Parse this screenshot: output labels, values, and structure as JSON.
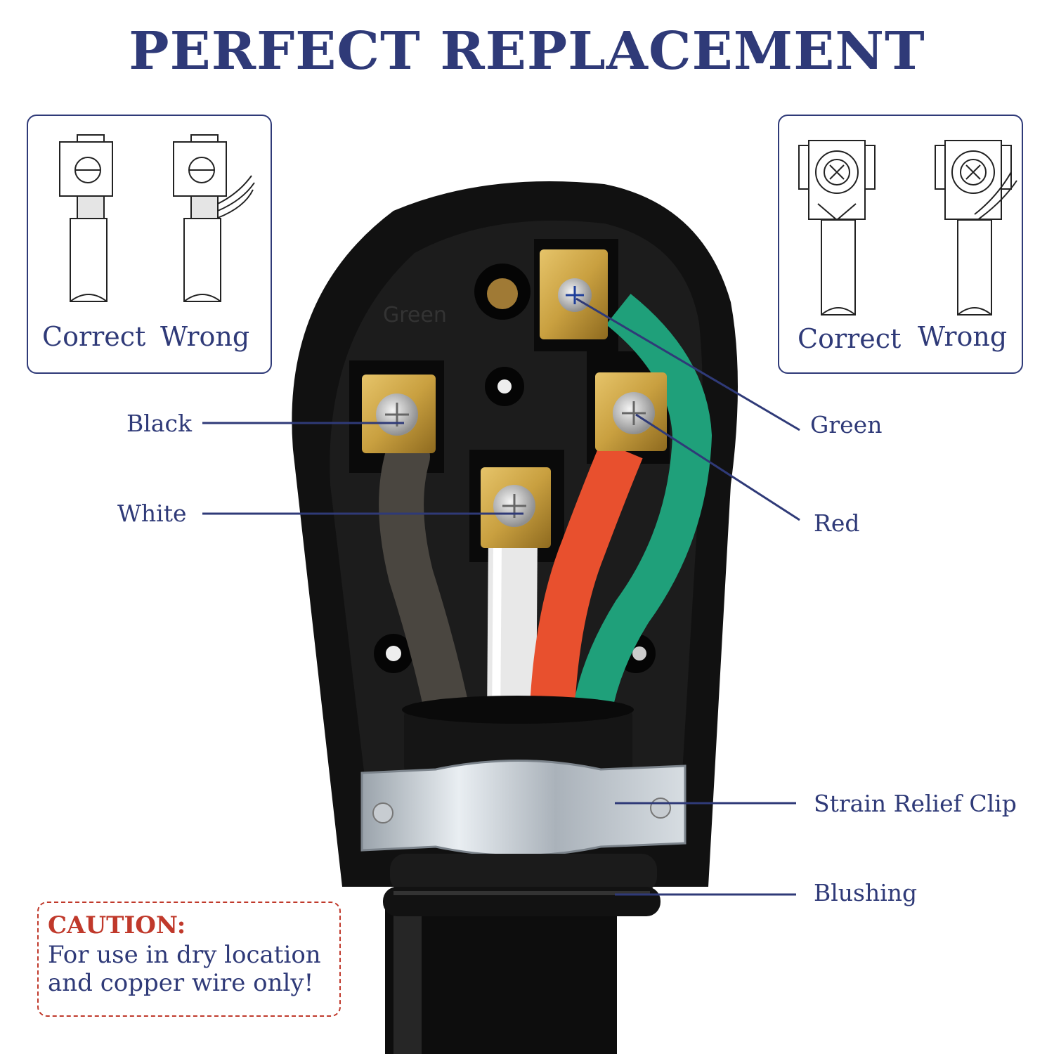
{
  "title": "PERFECT REPLACEMENT",
  "panels": {
    "left": {
      "correct": "Correct",
      "wrong": "Wrong"
    },
    "right": {
      "correct": "Correct",
      "wrong": "Wrong"
    }
  },
  "plug": {
    "molded_text": "Green"
  },
  "callouts": {
    "black": "Black",
    "white": "White",
    "green": "Green",
    "red": "Red",
    "clip": "Strain Relief Clip",
    "bushing": "Blushing"
  },
  "caution": {
    "heading": "CAUTION:",
    "line1": "For use in dry location",
    "line2": "and copper wire only!"
  },
  "colors": {
    "accent": "#2f3a78",
    "caution": "#c0392b",
    "wire_black": "#4a4640",
    "wire_white": "#e8e8e8",
    "wire_red": "#e8502e",
    "wire_green": "#1fa07a",
    "brass": "#c9a040"
  }
}
